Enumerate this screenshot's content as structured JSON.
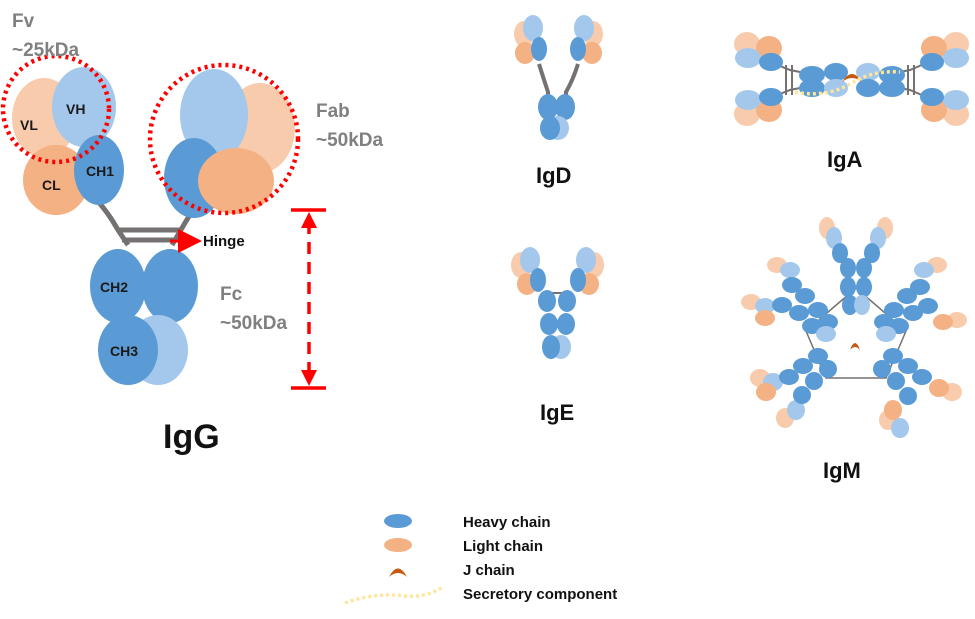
{
  "colors": {
    "heavy_dark": "#5b9bd5",
    "heavy_light": "#a4c8ec",
    "light_dark": "#f4b183",
    "light_light": "#f8cbad",
    "j_chain": "#c55a11",
    "secretory": "#ffe699",
    "link": "#767171",
    "marker_red": "#ff0000"
  },
  "igg": {
    "title": "IgG",
    "domains": {
      "vh": "VH",
      "vl": "VL",
      "ch1": "CH1",
      "cl": "CL",
      "ch2": "CH2",
      "ch3": "CH3"
    },
    "fv": {
      "name": "Fv",
      "mass": "~25kDa"
    },
    "fab": {
      "name": "Fab",
      "mass": "~50kDa"
    },
    "fc": {
      "name": "Fc",
      "mass": "~50kDa"
    },
    "hinge": "Hinge"
  },
  "others": {
    "igd": "IgD",
    "iga": "IgA",
    "ige": "IgE",
    "igm": "IgM"
  },
  "legend": {
    "heavy": "Heavy chain",
    "light": "Light chain",
    "j": "J chain",
    "secretory": "Secretory component"
  }
}
